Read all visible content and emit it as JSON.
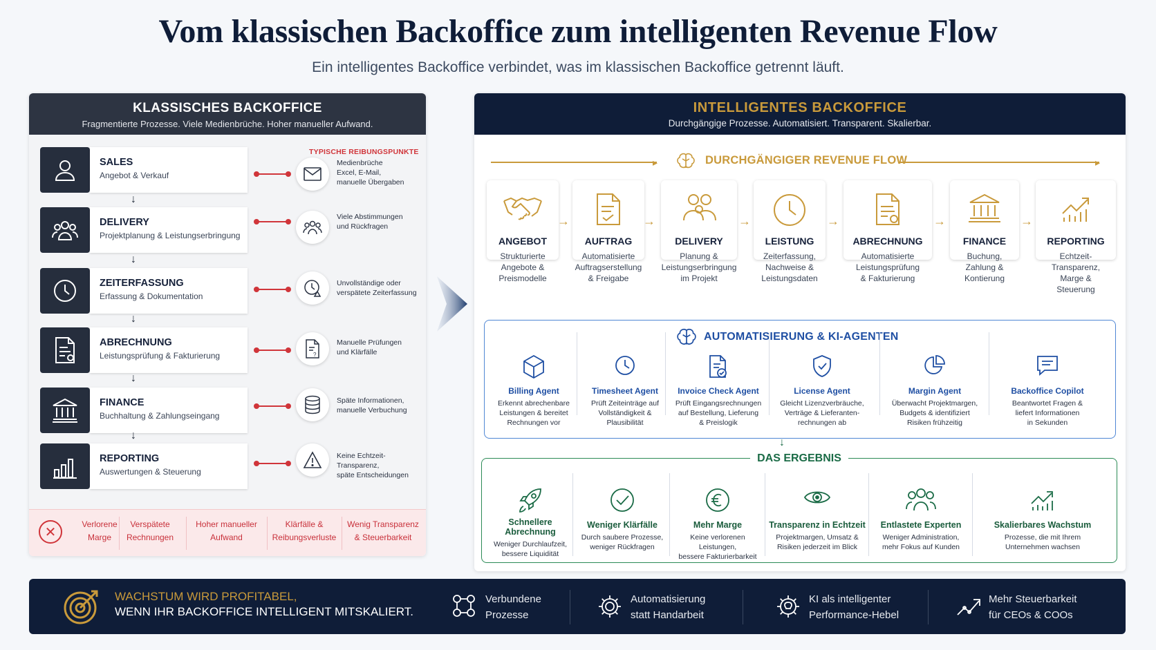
{
  "header": {
    "title": "Vom klassischen Backoffice zum intelligenten Revenue Flow",
    "subtitle": "Ein intelligentes Backoffice verbindet, was im klassischen Backoffice getrennt läuft."
  },
  "left": {
    "title": "KLASSISCHES BACKOFFICE",
    "subtitle": "Fragmentierte Prozesse. Viele Medienbrüche. Hoher manueller Aufwand.",
    "friction_title": "TYPISCHE REIBUNGSPUNKTE",
    "rows": [
      {
        "name": "SALES",
        "desc": "Angebot & Verkauf",
        "icon": "user-icon",
        "friction_icon": "mail-icon",
        "friction": [
          "Medienbrüche",
          "Excel, E-Mail,",
          "manuelle Übergaben"
        ]
      },
      {
        "name": "DELIVERY",
        "desc": "Projektplanung & Leistungserbringung",
        "icon": "team-icon",
        "friction_icon": "people-icon",
        "friction": [
          "Viele Abstimmungen",
          "und Rückfragen"
        ]
      },
      {
        "name": "ZEITERFASSUNG",
        "desc": "Erfassung & Dokumentation",
        "icon": "clock-icon",
        "friction_icon": "clock-warning-icon",
        "friction": [
          "Unvollständige oder",
          "verspätete Zeiterfassung"
        ]
      },
      {
        "name": "ABRECHNUNG",
        "desc": "Leistungsprüfung & Fakturierung",
        "icon": "invoice-icon",
        "friction_icon": "document-question-icon",
        "friction": [
          "Manuelle Prüfungen",
          "und Klärfälle"
        ]
      },
      {
        "name": "FINANCE",
        "desc": "Buchhaltung & Zahlungseingang",
        "icon": "bank-icon",
        "friction_icon": "database-icon",
        "friction": [
          "Späte Informationen,",
          "manuelle Verbuchung"
        ]
      },
      {
        "name": "REPORTING",
        "desc": "Auswertungen & Steuerung",
        "icon": "bar-chart-icon",
        "friction_icon": "warning-icon",
        "friction": [
          "Keine Echtzeit-Transparenz,",
          "späte Entscheidungen"
        ]
      }
    ],
    "footer": [
      [
        "Verlorene",
        "Marge"
      ],
      [
        "Verspätete",
        "Rechnungen"
      ],
      [
        "Hoher manueller",
        "Aufwand"
      ],
      [
        "Klärfälle &",
        "Reibungsverluste"
      ],
      [
        "Wenig Transparenz",
        "& Steuerbarkeit"
      ]
    ]
  },
  "right": {
    "title": "INTELLIGENTES BACKOFFICE",
    "subtitle": "Durchgängige Prozesse. Automatisiert. Transparent. Skalierbar.",
    "flow_title": "DURCHGÄNGIGER REVENUE FLOW",
    "steps": [
      {
        "name": "ANGEBOT",
        "desc": [
          "Strukturierte",
          "Angebote &",
          "Preismodelle"
        ],
        "icon": "handshake-icon"
      },
      {
        "name": "AUFTRAG",
        "desc": [
          "Automatisierte",
          "Auftragserstellung",
          "& Freigabe"
        ],
        "icon": "document-check-icon"
      },
      {
        "name": "DELIVERY",
        "desc": [
          "Planung &",
          "Leistungserbringung",
          "im Projekt"
        ],
        "icon": "team-icon"
      },
      {
        "name": "LEISTUNG",
        "desc": [
          "Zeiterfassung,",
          "Nachweise &",
          "Leistungsdaten"
        ],
        "icon": "clock-icon"
      },
      {
        "name": "ABRECHNUNG",
        "desc": [
          "Automatisierte",
          "Leistungsprüfung",
          "& Fakturierung"
        ],
        "icon": "invoice-icon"
      },
      {
        "name": "FINANCE",
        "desc": [
          "Buchung,",
          "Zahlung &",
          "Kontierung"
        ],
        "icon": "bank-icon"
      },
      {
        "name": "REPORTING",
        "desc": [
          "Echtzeit-Transparenz,",
          "Marge &",
          "Steuerung"
        ],
        "icon": "growth-chart-icon"
      }
    ],
    "agents_title": "AUTOMATISIERUNG & KI-AGENTEN",
    "agents": [
      {
        "name": "Billing Agent",
        "desc": [
          "Erkennt abrechenbare",
          "Leistungen & bereitet",
          "Rechnungen vor"
        ],
        "icon": "cube-icon"
      },
      {
        "name": "Timesheet Agent",
        "desc": [
          "Prüft Zeiteinträge auf",
          "Vollständigkeit &",
          "Plausibilität"
        ],
        "icon": "clock-icon"
      },
      {
        "name": "Invoice Check Agent",
        "desc": [
          "Prüft Eingangsrechnungen",
          "auf Bestellung, Lieferung",
          "& Preislogik"
        ],
        "icon": "document-check-icon"
      },
      {
        "name": "License Agent",
        "desc": [
          "Gleicht Lizenzverbräuche,",
          "Verträge & Lieferanten-",
          "rechnungen ab"
        ],
        "icon": "shield-check-icon"
      },
      {
        "name": "Margin Agent",
        "desc": [
          "Überwacht Projektmargen,",
          "Budgets & identifiziert",
          "Risiken frühzeitig"
        ],
        "icon": "pie-chart-icon"
      },
      {
        "name": "Backoffice Copilot",
        "desc": [
          "Beantwortet Fragen &",
          "liefert Informationen",
          "in Sekunden"
        ],
        "icon": "chat-icon"
      }
    ],
    "result_title": "DAS ERGEBNIS",
    "results": [
      {
        "name": [
          "Schnellere",
          "Abrechnung"
        ],
        "desc": [
          "Weniger Durchlaufzeit,",
          "bessere Liquidität"
        ],
        "icon": "rocket-icon"
      },
      {
        "name": [
          "Weniger Klärfälle"
        ],
        "desc": [
          "Durch saubere Prozesse,",
          "weniger Rückfragen"
        ],
        "icon": "check-circle-icon"
      },
      {
        "name": [
          "Mehr Marge"
        ],
        "desc": [
          "Keine verlorenen Leistungen,",
          "bessere Fakturierbarkeit"
        ],
        "icon": "euro-icon"
      },
      {
        "name": [
          "Transparenz in Echtzeit"
        ],
        "desc": [
          "Projektmargen, Umsatz &",
          "Risiken jederzeit im Blick"
        ],
        "icon": "eye-icon"
      },
      {
        "name": [
          "Entlastete Experten"
        ],
        "desc": [
          "Weniger Administration,",
          "mehr Fokus auf Kunden"
        ],
        "icon": "team-icon"
      },
      {
        "name": [
          "Skalierbares Wachstum"
        ],
        "desc": [
          "Prozesse, die mit Ihrem",
          "Unternehmen wachsen"
        ],
        "icon": "growth-chart-icon"
      }
    ]
  },
  "bottom": {
    "line1": "WACHSTUM WIRD PROFITABEL,",
    "line2": "WENN IHR BACKOFFICE INTELLIGENT MITSKALIERT.",
    "items": [
      {
        "text": [
          "Verbundene",
          "Prozesse"
        ],
        "icon": "network-icon"
      },
      {
        "text": [
          "Automatisierung",
          "statt Handarbeit"
        ],
        "icon": "gear-icon"
      },
      {
        "text": [
          "KI als intelligenter",
          "Performance-Hebel"
        ],
        "icon": "ai-gear-icon"
      },
      {
        "text": [
          "Mehr Steuerbarkeit",
          "für CEOs & COOs"
        ],
        "icon": "trend-icon"
      }
    ]
  },
  "colors": {
    "navy": "#0f1d38",
    "gold": "#c99a3b",
    "red": "#d0353a",
    "blue": "#1f4fa3",
    "green": "#1a6b46"
  }
}
